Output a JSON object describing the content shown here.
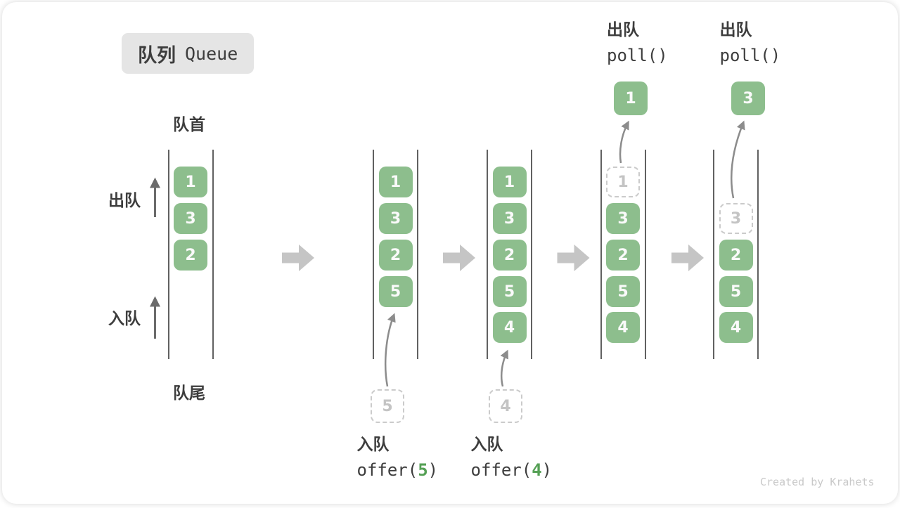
{
  "title": {
    "zh": "队列",
    "en": "Queue"
  },
  "side_labels": {
    "front": "队首",
    "rear": "队尾",
    "dequeue": "出队",
    "enqueue": "入队"
  },
  "watermark": "Created by Krahets",
  "colors": {
    "item_green": "#8dbe8d",
    "code_arg_green": "#55a055",
    "dashed_gray": "#cbcbcb",
    "block_arrow_gray": "#c5c5c5",
    "wall_gray": "#616161"
  },
  "states": [
    {
      "name": "initial",
      "slots": [
        {
          "slot": 0,
          "value": "1",
          "style": "solid"
        },
        {
          "slot": 1,
          "value": "3",
          "style": "solid"
        },
        {
          "slot": 2,
          "value": "2",
          "style": "solid"
        }
      ]
    },
    {
      "name": "after-offer-5",
      "slots": [
        {
          "slot": 0,
          "value": "1",
          "style": "solid"
        },
        {
          "slot": 1,
          "value": "3",
          "style": "solid"
        },
        {
          "slot": 2,
          "value": "2",
          "style": "solid"
        },
        {
          "slot": 3,
          "value": "5",
          "style": "solid"
        }
      ],
      "incoming_value": "5",
      "operation": {
        "label": "入队",
        "code_before": "offer(",
        "code_arg": "5",
        "code_after": ")"
      }
    },
    {
      "name": "after-offer-4",
      "slots": [
        {
          "slot": 0,
          "value": "1",
          "style": "solid"
        },
        {
          "slot": 1,
          "value": "3",
          "style": "solid"
        },
        {
          "slot": 2,
          "value": "2",
          "style": "solid"
        },
        {
          "slot": 3,
          "value": "5",
          "style": "solid"
        },
        {
          "slot": 4,
          "value": "4",
          "style": "solid"
        }
      ],
      "incoming_value": "4",
      "operation": {
        "label": "入队",
        "code_before": "offer(",
        "code_arg": "4",
        "code_after": ")"
      }
    },
    {
      "name": "after-poll-1",
      "slots": [
        {
          "slot": 0,
          "value": "1",
          "style": "dashed"
        },
        {
          "slot": 1,
          "value": "3",
          "style": "solid"
        },
        {
          "slot": 2,
          "value": "2",
          "style": "solid"
        },
        {
          "slot": 3,
          "value": "5",
          "style": "solid"
        },
        {
          "slot": 4,
          "value": "4",
          "style": "solid"
        }
      ],
      "outgoing_value": "1",
      "operation": {
        "label": "出队",
        "code": "poll()"
      }
    },
    {
      "name": "after-poll-3",
      "slots": [
        {
          "slot": 1,
          "value": "3",
          "style": "dashed"
        },
        {
          "slot": 2,
          "value": "2",
          "style": "solid"
        },
        {
          "slot": 3,
          "value": "5",
          "style": "solid"
        },
        {
          "slot": 4,
          "value": "4",
          "style": "solid"
        }
      ],
      "outgoing_value": "3",
      "operation": {
        "label": "出队",
        "code": "poll()"
      }
    }
  ]
}
